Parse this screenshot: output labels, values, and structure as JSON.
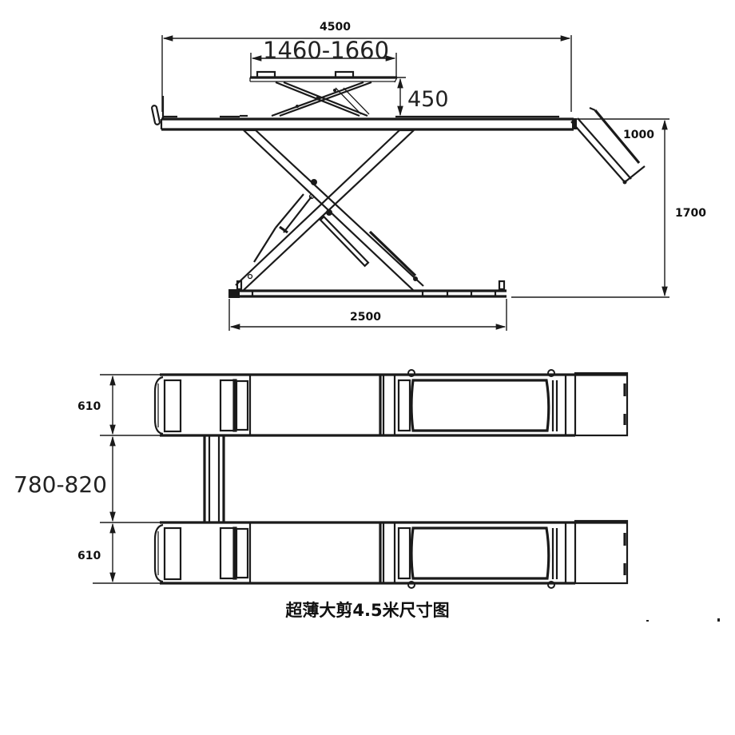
{
  "drawing": {
    "caption": "超薄大剪4.5米尺寸图",
    "side_view": {
      "total_length": "4500",
      "secondary_platform_width": "1460-1660",
      "secondary_lift_height": "450",
      "ramp_length": "1000",
      "max_height": "1700",
      "base_length": "2500"
    },
    "top_view": {
      "platform_width_top": "610",
      "platform_gap": "780-820",
      "platform_width_bottom": "610"
    }
  }
}
